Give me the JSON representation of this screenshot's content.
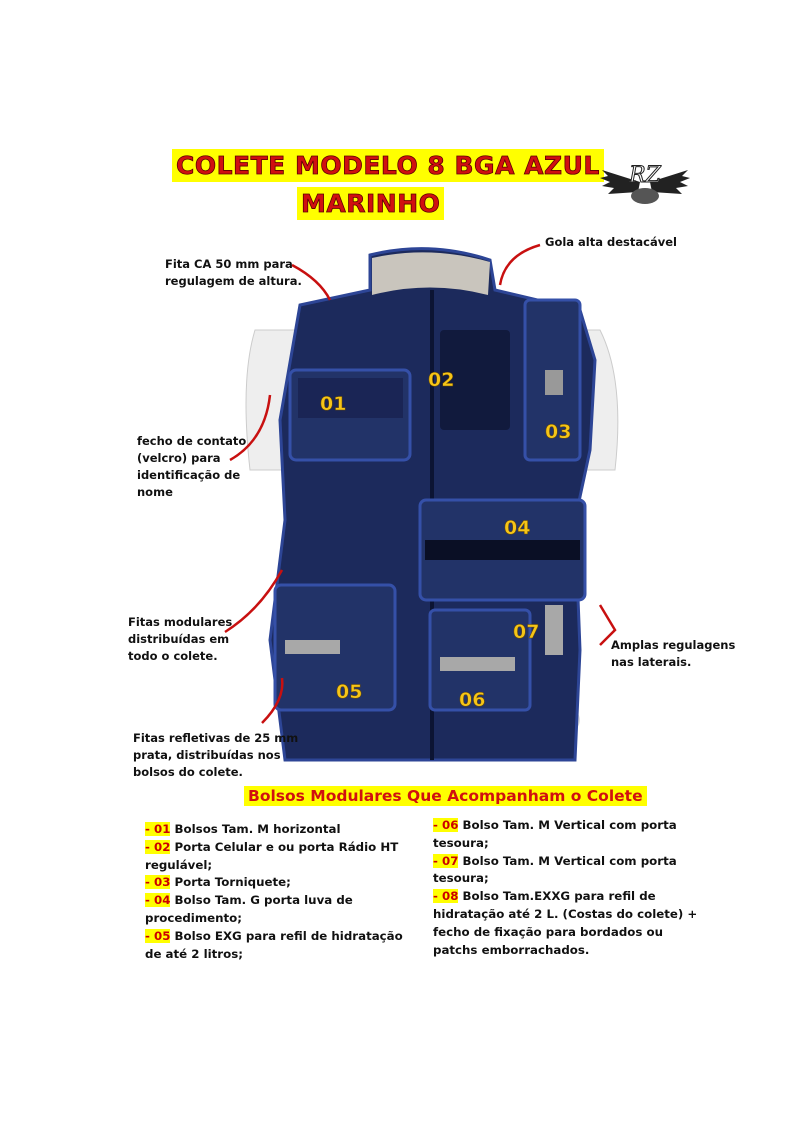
{
  "title": {
    "line1": "COLETE MODELO 8 BGA AZUL",
    "line2": "MARINHO"
  },
  "logo": {
    "text": "RZ"
  },
  "callouts": {
    "fita_ca": [
      "Fita CA 50 mm para",
      "regulagem de altura."
    ],
    "gola": [
      "Gola alta destacável"
    ],
    "velcro": [
      "fecho de contato",
      "(velcro) para",
      "identificação de",
      "nome"
    ],
    "fitas_modulares": [
      "Fitas modulares",
      "distribuídas em",
      "todo o colete."
    ],
    "regulagens": [
      "Amplas regulagens",
      "nas laterais."
    ],
    "refletivas": [
      "Fitas refletivas de 25 mm",
      "prata, distribuídas nos",
      "bolsos do colete."
    ]
  },
  "pocket_numbers": [
    "01",
    "02",
    "03",
    "04",
    "05",
    "06",
    "07"
  ],
  "subtitle": "Bolsos Modulares Que Acompanham o Colete",
  "list_left": [
    {
      "code": "- 01",
      "text": "Bolsos Tam. M horizontal"
    },
    {
      "code": "- 02",
      "text": "Porta Celular e ou porta Rádio HT regulável;"
    },
    {
      "code": "- 03",
      "text": "Porta Torniquete;"
    },
    {
      "code": "- 04",
      "text": "Bolso Tam. G porta luva de procedimento;"
    },
    {
      "code": "- 05",
      "text": "Bolso EXG para refil de hidratação de até 2 litros;"
    }
  ],
  "list_right": [
    {
      "code": "- 06",
      "text": "Bolso Tam. M Vertical com porta tesoura;"
    },
    {
      "code": "- 07",
      "text": "Bolso Tam. M Vertical com porta tesoura;"
    },
    {
      "code": "- 08",
      "text": "Bolso Tam.EXXG para refil de hidratação até 2 L. (Costas do colete) + fecho de fixação para bordados ou patchs emborrachados."
    }
  ],
  "colors": {
    "highlight": "#ffff00",
    "title_red": "#d01010",
    "vest_navy": "#1c2a5c",
    "pocket_number": "#f5c518"
  }
}
